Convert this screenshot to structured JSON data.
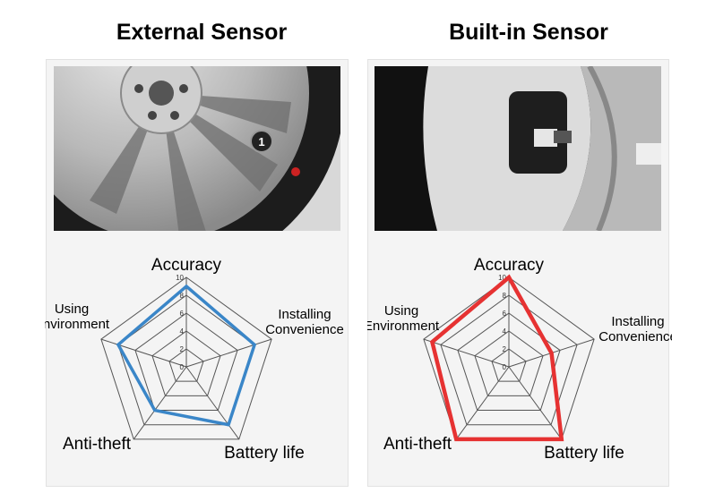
{
  "panels": [
    {
      "title": "External Sensor",
      "photo": "external-sensor-on-wheel-photo",
      "marker": "1"
    },
    {
      "title": "Built-in Sensor",
      "photo": "built-in-sensor-inside-tire-photo"
    }
  ],
  "chart_data": [
    {
      "type": "radar",
      "axes": [
        "Accuracy",
        "Installing Convenience",
        "Battery life",
        "Anti-theft",
        "Using Environment"
      ],
      "ticks": [
        0,
        2,
        4,
        6,
        8,
        10
      ],
      "range": [
        0,
        10
      ],
      "series": [
        {
          "values": [
            9,
            8,
            8,
            6,
            8
          ],
          "color": "#3a86c8"
        }
      ]
    },
    {
      "type": "radar",
      "axes": [
        "Accuracy",
        "Installing Convenience",
        "Battery life",
        "Anti-theft",
        "Using Environment"
      ],
      "ticks": [
        0,
        2,
        4,
        6,
        8,
        10
      ],
      "range": [
        0,
        10
      ],
      "series": [
        {
          "values": [
            10,
            5,
            10,
            10,
            9
          ],
          "color": "#e63232"
        }
      ]
    }
  ]
}
